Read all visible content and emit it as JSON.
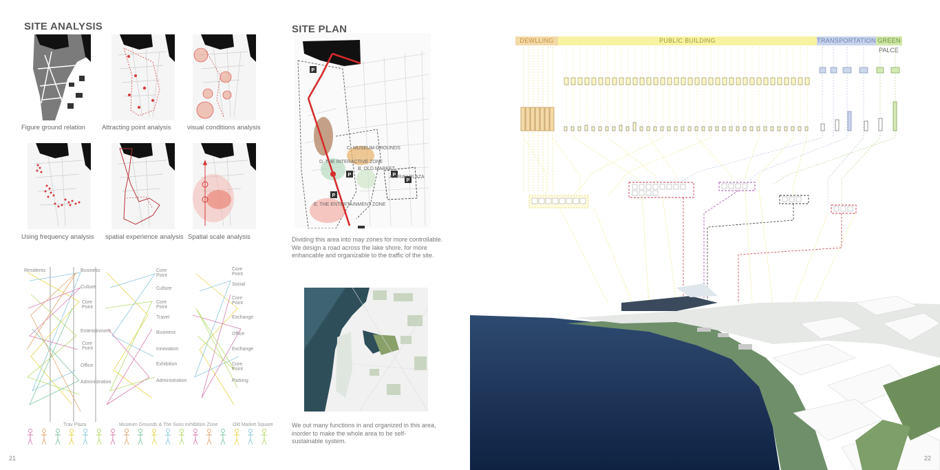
{
  "left_page": {
    "site_analysis_title": "SITE ANALYSIS",
    "site_plan_title": "SITE PLAN",
    "analysis_captions": [
      "Figure ground relation",
      "Attracting point analysis",
      "visual conditions analysis",
      "Using frequency analysis",
      "spatial experience analysis",
      "Spatial scale analysis"
    ],
    "plan_description": "Dividing this area into may zones for more controllable.  We design a road across the lake shore, for more enhancable and organizable to the traffic of the site.",
    "plan_zone_labels": [
      "C. MUSEUM GROUNDS",
      "D. THE INTERACTIVE ZONE",
      "B. OLD MARKET",
      "A. TRAV PLAZA",
      "E. THE ENTERTAINMENT ZONE"
    ],
    "context_description": "We out many functions in and organized in this area, inorder to make the whole area to be self-sustainable system.",
    "page_number": "21",
    "chart_labels": {
      "col1_left": [
        "Residents"
      ],
      "col1_right": [
        "Business",
        "Culture",
        "Core Point",
        "Entertainment",
        "Core Point",
        "Office",
        "Administration"
      ],
      "col2_right": [
        "Core Point",
        "Culture",
        "Core Point",
        "Travel",
        "Business",
        "Innovation",
        "Exhibition",
        "Administration"
      ],
      "col3_right": [
        "Core Point",
        "Social",
        "Core Point",
        "Exchange",
        "Office",
        "Exchange",
        "Core Point",
        "Parking"
      ]
    },
    "zone_labels": [
      "Trav Plaza",
      "Museum Grounds & The Suns exhibition Zone",
      "Old Market Square"
    ]
  },
  "right_page": {
    "categories": [
      {
        "label": "DEWLLING",
        "color": "#f3d9a8",
        "text_color": "#c9923f"
      },
      {
        "label": "PUBLIC BUILDING",
        "color": "#f7f3a0",
        "text_color": "#a09a3a"
      },
      {
        "label": "TRANSPORTATION",
        "color": "#c8d4ec",
        "text_color": "#6f82b0"
      },
      {
        "label": "GREEN",
        "color": "#cfe6a8",
        "text_color": "#6b9440"
      }
    ],
    "palce_label": "PALCE",
    "page_number": "22"
  },
  "colors": {
    "dwelling": "#d9a95b",
    "public": "#e8e04a",
    "transport": "#8aa0d0",
    "green": "#8cbf5a",
    "analysis_red": "#d63a3a",
    "water": "#1d3356"
  }
}
